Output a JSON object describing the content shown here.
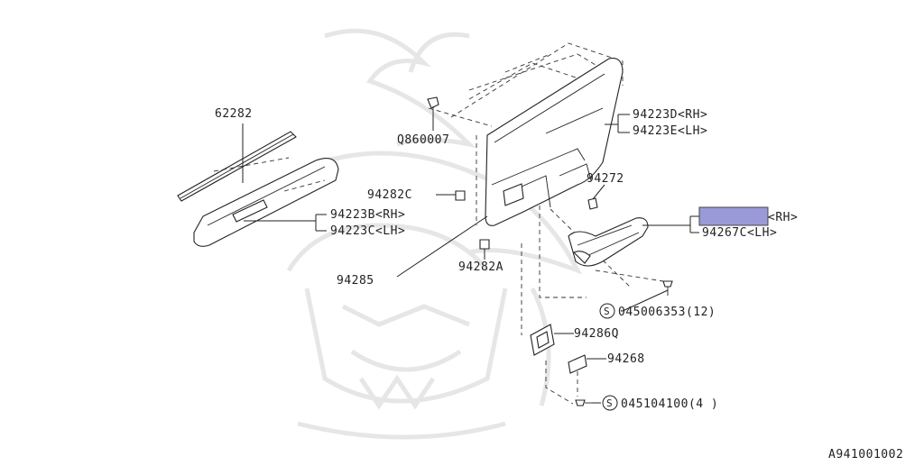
{
  "diagram": {
    "part_labels": {
      "p62282": "62282",
      "p94223B": "94223B<RH>",
      "p94223C": "94223C<LH>",
      "pQ860007": "Q860007",
      "p94223D": "94223D<RH>",
      "p94223E": "94223E<LH>",
      "p94282C": "94282C",
      "p94272": "94272",
      "pRH": "<RH>",
      "p94267C": "94267C<LH>",
      "p94282A": "94282A",
      "p94285": "94285",
      "p045006353": "045006353(12)",
      "p94286Q": "94286Q",
      "p94268": "94268",
      "p045104100": "045104100(4 )"
    },
    "screw_symbol": "S",
    "diagram_code": "A941001002",
    "highlight_color": "#9a9ad8"
  }
}
